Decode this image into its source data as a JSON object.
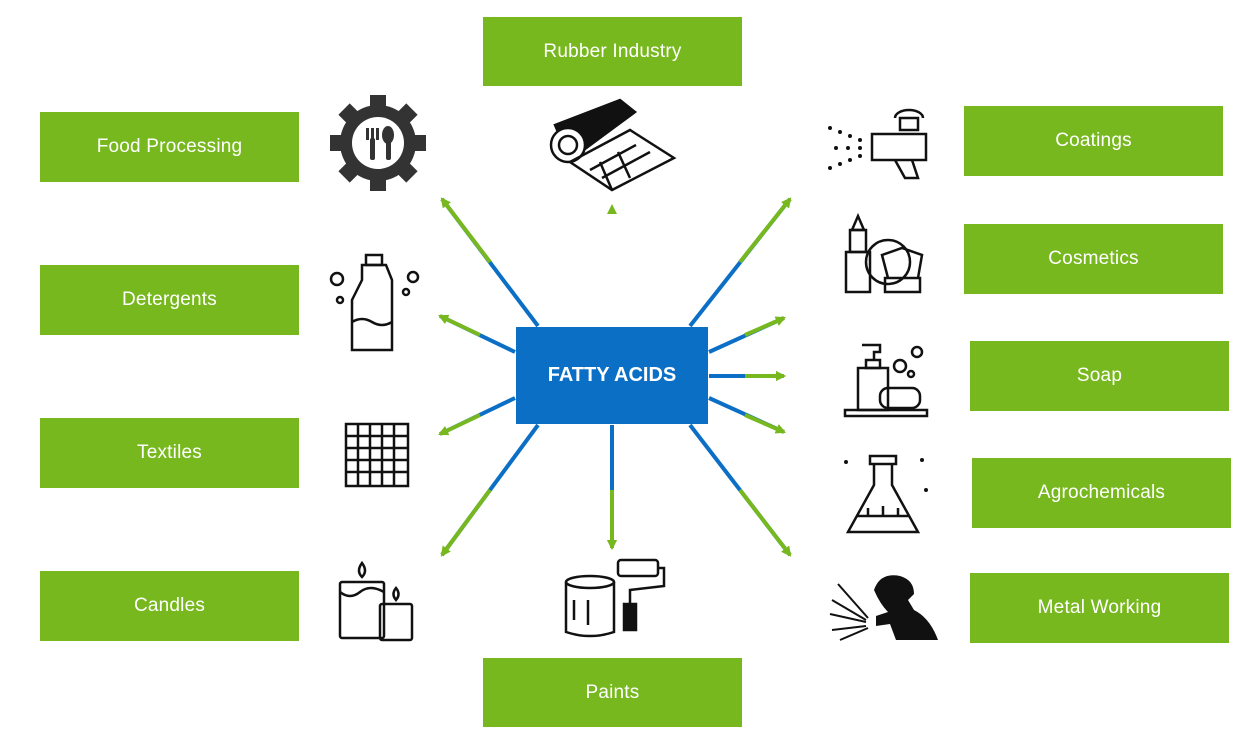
{
  "center_label": "FATTY ACIDS",
  "left": {
    "food_processing": "Food Processing",
    "detergents": "Detergents",
    "textiles": "Textiles",
    "candles": "Candles"
  },
  "top": {
    "rubber_industry": "Rubber Industry"
  },
  "bottom": {
    "paints": "Paints"
  },
  "right": {
    "coatings": "Coatings",
    "cosmetics": "Cosmetics",
    "soap": "Soap",
    "agrochemicals": "Agrochemicals",
    "metal_working": "Metal Working"
  },
  "colors": {
    "green": "#77b81f",
    "blue": "#0b6fc6",
    "icon": "#111111"
  },
  "icons": [
    "gear-fork-spoon-icon",
    "carpet-roll-icon",
    "spray-gun-icon",
    "lipstick-brush-icon",
    "detergent-bottle-icon",
    "soap-dispenser-icon",
    "fabric-weave-icon",
    "flask-plant-icon",
    "candles-icon",
    "paint-can-roller-icon",
    "welder-icon"
  ]
}
